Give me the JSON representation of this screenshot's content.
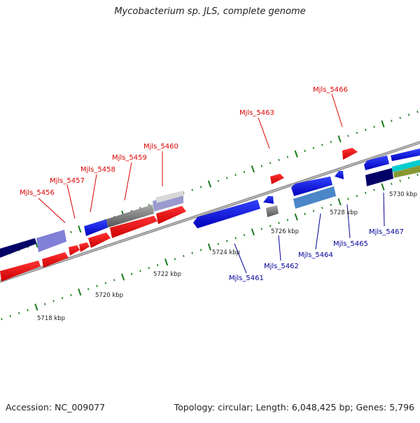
{
  "title": "Mycobacterium sp. JLS, complete genome",
  "footer": {
    "accession": "Accession: NC_009077",
    "stats": "Topology: circular; Length: 6,048,425 bp; Genes: 5,796"
  },
  "colors": {
    "forward_gene": "#ff0000",
    "reverse_gene": "#0000ee",
    "forward_label": "#dd0000",
    "reverse_label": "#000099",
    "ruler": "#1a7a1a",
    "backbone": "#888888",
    "dark_navy": "#000066",
    "gray_feature": "#777777",
    "steelblue_feature": "#4a86c8",
    "cyan_feature": "#00cccc",
    "olive_feature": "#889933",
    "lavender_feature": "#8888dd"
  },
  "ruler_labels": [
    "5718 kbp",
    "5720 kbp",
    "5722 kbp",
    "5724 kbp",
    "5726 kbp",
    "5728 kbp",
    "5730 kbp"
  ],
  "forward_labels": [
    "Mjls_5456",
    "Mjls_5457",
    "Mjls_5458",
    "Mjls_5459",
    "Mjls_5460",
    "Mjls_5463",
    "Mjls_5466"
  ],
  "reverse_labels": [
    "Mjls_5461",
    "Mjls_5462",
    "Mjls_5464",
    "Mjls_5465",
    "Mjls_5467"
  ]
}
